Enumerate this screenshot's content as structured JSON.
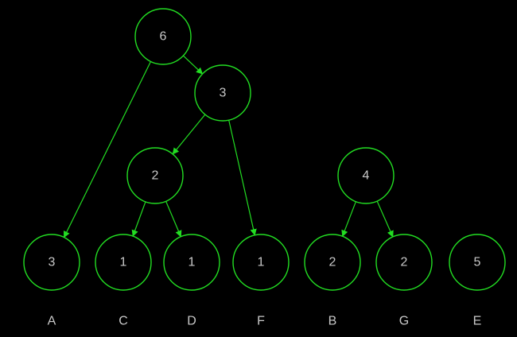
{
  "colors": {
    "background": "#000000",
    "node_stroke": "#22dd22",
    "edge": "#22dd22",
    "node_text": "#c8c8c8",
    "label_text": "#c8c8c8"
  },
  "nodes": [
    {
      "id": "n6",
      "value": "6"
    },
    {
      "id": "n3top",
      "value": "3"
    },
    {
      "id": "n2",
      "value": "2"
    },
    {
      "id": "n4",
      "value": "4"
    },
    {
      "id": "leafA",
      "value": "3",
      "label": "A"
    },
    {
      "id": "leafC",
      "value": "1",
      "label": "C"
    },
    {
      "id": "leafD",
      "value": "1",
      "label": "D"
    },
    {
      "id": "leafF",
      "value": "1",
      "label": "F"
    },
    {
      "id": "leafB",
      "value": "2",
      "label": "B"
    },
    {
      "id": "leafG",
      "value": "2",
      "label": "G"
    },
    {
      "id": "leafE",
      "value": "5",
      "label": "E"
    }
  ],
  "edges": [
    {
      "from": "n6",
      "to": "leafA"
    },
    {
      "from": "n6",
      "to": "n3top"
    },
    {
      "from": "n3top",
      "to": "n2"
    },
    {
      "from": "n3top",
      "to": "leafF"
    },
    {
      "from": "n2",
      "to": "leafC"
    },
    {
      "from": "n2",
      "to": "leafD"
    },
    {
      "from": "n4",
      "to": "leafB"
    },
    {
      "from": "n4",
      "to": "leafG"
    }
  ]
}
